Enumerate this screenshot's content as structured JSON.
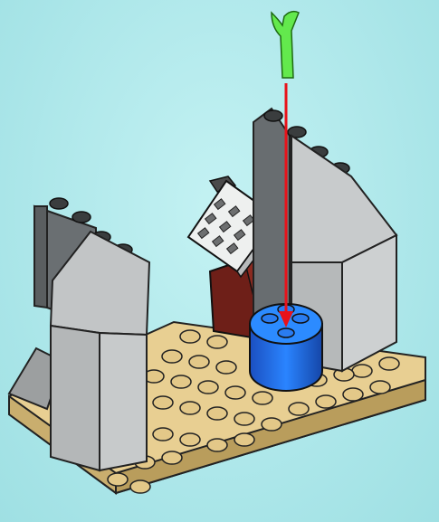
{
  "scene": {
    "background_color": "#aee8ea",
    "subject": "lego-build-step",
    "parts": [
      {
        "name": "tan-baseplate",
        "color": "#e2c98a"
      },
      {
        "name": "left-gray-pillar",
        "color": "#b9bcbd"
      },
      {
        "name": "right-gray-pillar",
        "color": "#b9bcbd"
      },
      {
        "name": "dark-red-cabinet",
        "color": "#6e1f18"
      },
      {
        "name": "control-panel-tile",
        "color": "#e9ebea"
      },
      {
        "name": "blue-round-brick",
        "color": "#1f6fe0"
      },
      {
        "name": "green-lever",
        "color": "#63e94d"
      }
    ],
    "instruction_arrow": {
      "color": "#e8121a",
      "from_part": "green-lever",
      "to_part": "blue-round-brick"
    }
  }
}
